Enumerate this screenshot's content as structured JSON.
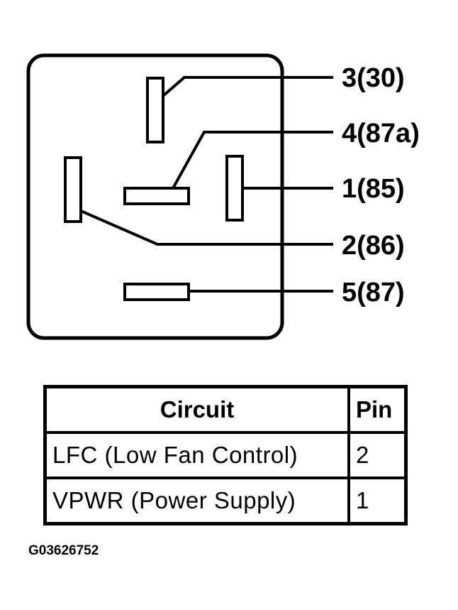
{
  "diagram": {
    "pin_labels": {
      "pin3": "3(30)",
      "pin4": "4(87a)",
      "pin1": "1(85)",
      "pin2": "2(86)",
      "pin5": "5(87)"
    }
  },
  "table": {
    "headers": {
      "circuit": "Circuit",
      "pin": "Pin"
    },
    "rows": [
      {
        "circuit": "LFC (Low Fan Control)",
        "pin": "2"
      },
      {
        "circuit": "VPWR (Power Supply)",
        "pin": "1"
      }
    ]
  },
  "figure_id": "G03626752"
}
